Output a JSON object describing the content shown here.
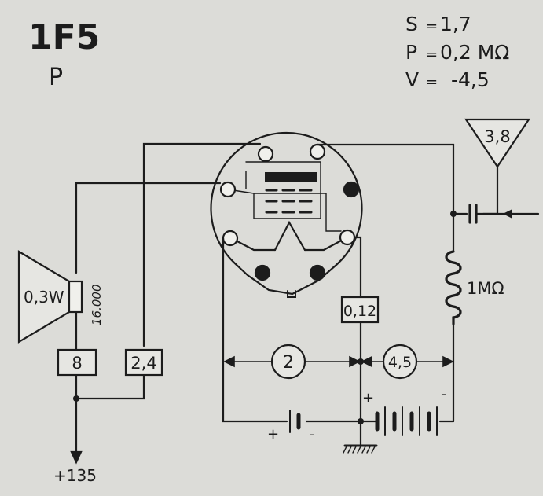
{
  "tube": {
    "name": "1F5",
    "sub": "P"
  },
  "params": [
    {
      "key": "S",
      "sep": "=",
      "value": "1,7"
    },
    {
      "key": "P",
      "sep": "=",
      "value": "0,2 MΩ"
    },
    {
      "key": "V",
      "sep": "=",
      "value": "-4,5"
    }
  ],
  "antenna": {
    "label": "3,8"
  },
  "resistor": {
    "label": "1MΩ"
  },
  "speaker": {
    "power": "0,3W",
    "impedance": "16.000"
  },
  "boxes": {
    "b8": "8",
    "b24": "2,4",
    "b012": "0,12"
  },
  "circles": {
    "c2": "2",
    "c45": "4,5"
  },
  "supply": {
    "label": "+135"
  },
  "polarity": {
    "left_plus": "+",
    "left_minus": "-",
    "right_plus": "+",
    "right_minus": "-"
  },
  "colors": {
    "ink": "#1c1c1c",
    "paper": "#dcdcd8"
  }
}
